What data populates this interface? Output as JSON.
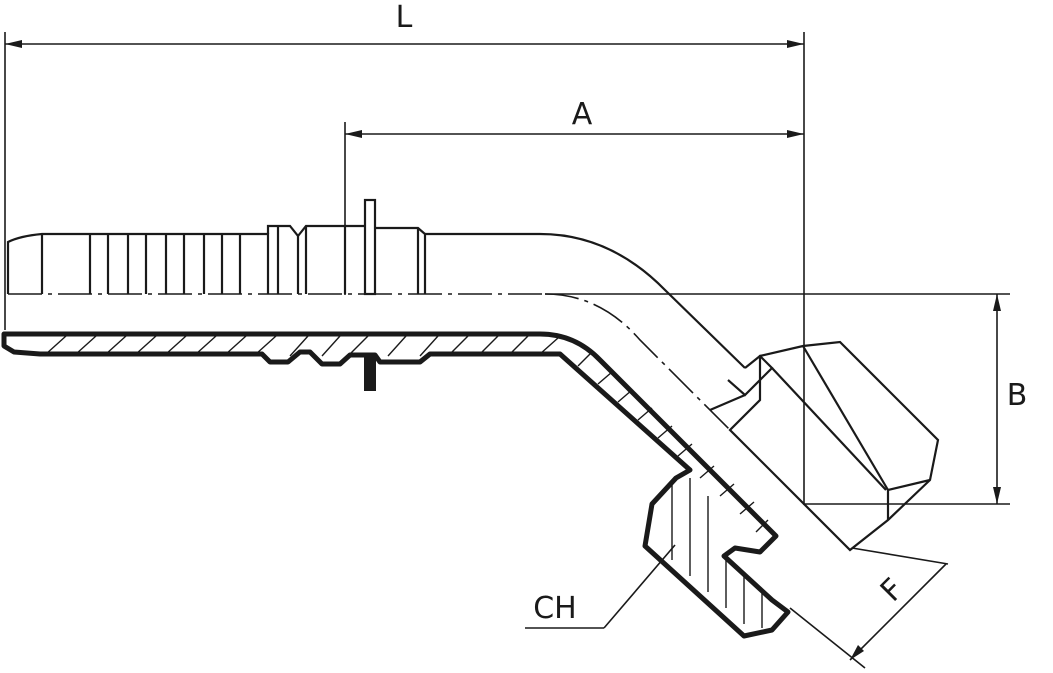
{
  "labels": {
    "L": "L",
    "A": "A",
    "B": "B",
    "F": "F",
    "CH": "CH"
  },
  "colors": {
    "line": "#1a1a1a",
    "background": "#ffffff"
  }
}
